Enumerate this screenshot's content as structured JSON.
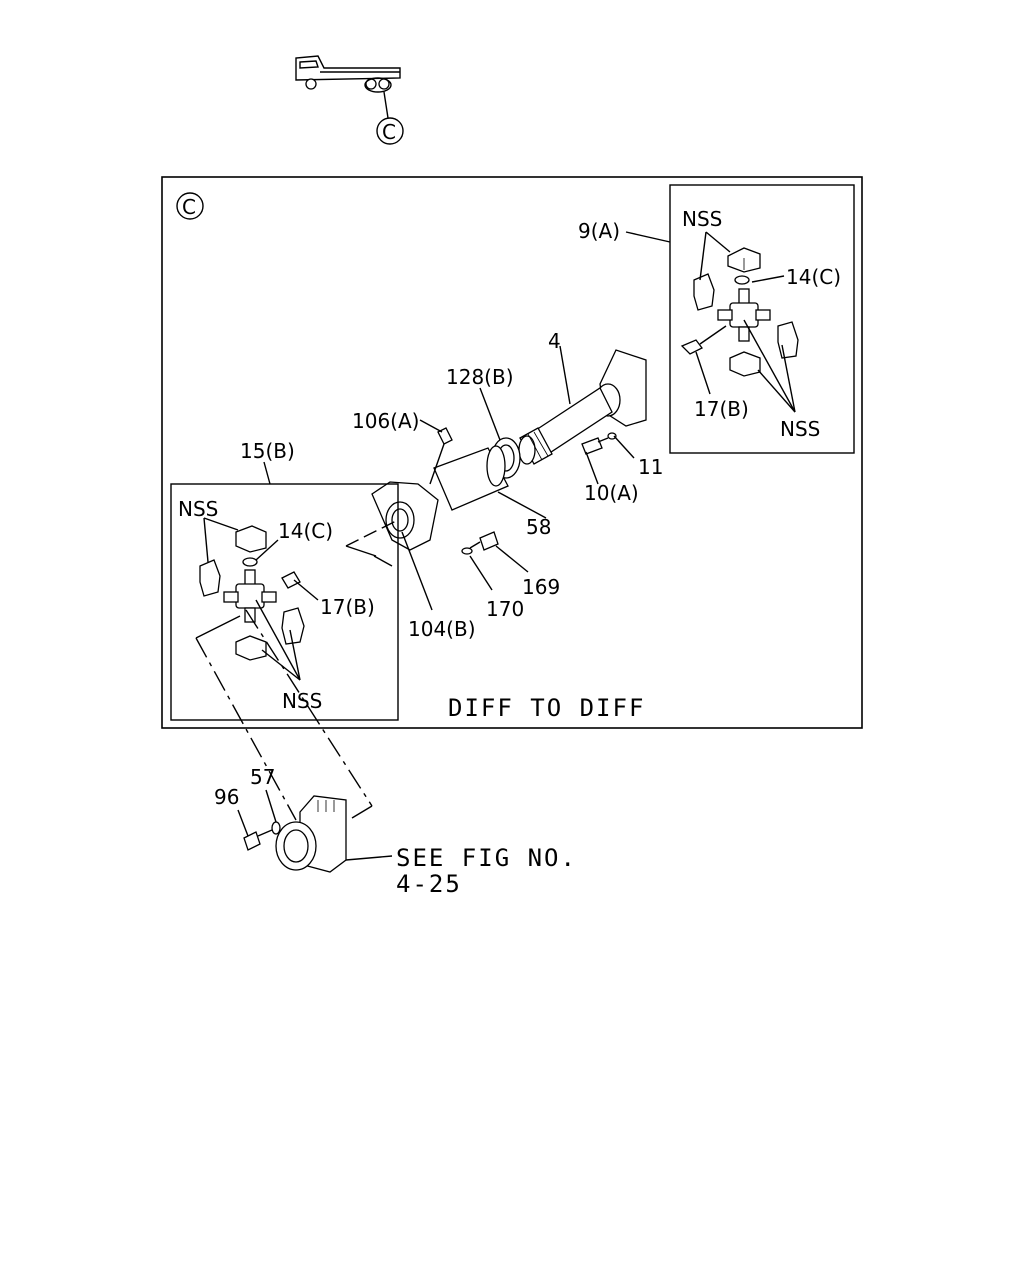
{
  "header": {
    "view_marker": "C"
  },
  "frame": {
    "corner_marker": "C",
    "caption": "DIFF TO DIFF"
  },
  "callouts": {
    "yoke_right_assembly": "9(A)",
    "nss_right_top": "NSS",
    "seal_right": "14(C)",
    "fitting_right": "17(B)",
    "nss_right_bottom": "NSS",
    "shaft": "4",
    "boot": "128(B)",
    "grease_fitting": "106(A)",
    "washer_right": "11",
    "bolt_right": "10(A)",
    "tube": "58",
    "bolt_mid": "169",
    "washer_mid": "170",
    "plug": "104(B)",
    "yoke_left_assembly": "15(B)",
    "nss_left_top": "NSS",
    "seal_left": "14(C)",
    "fitting_left": "17(B)",
    "nss_left_bottom": "NSS",
    "washer_bottom": "57",
    "bolt_bottom": "96",
    "see_fig_line1": "SEE FIG NO.",
    "see_fig_line2": "4-25"
  }
}
